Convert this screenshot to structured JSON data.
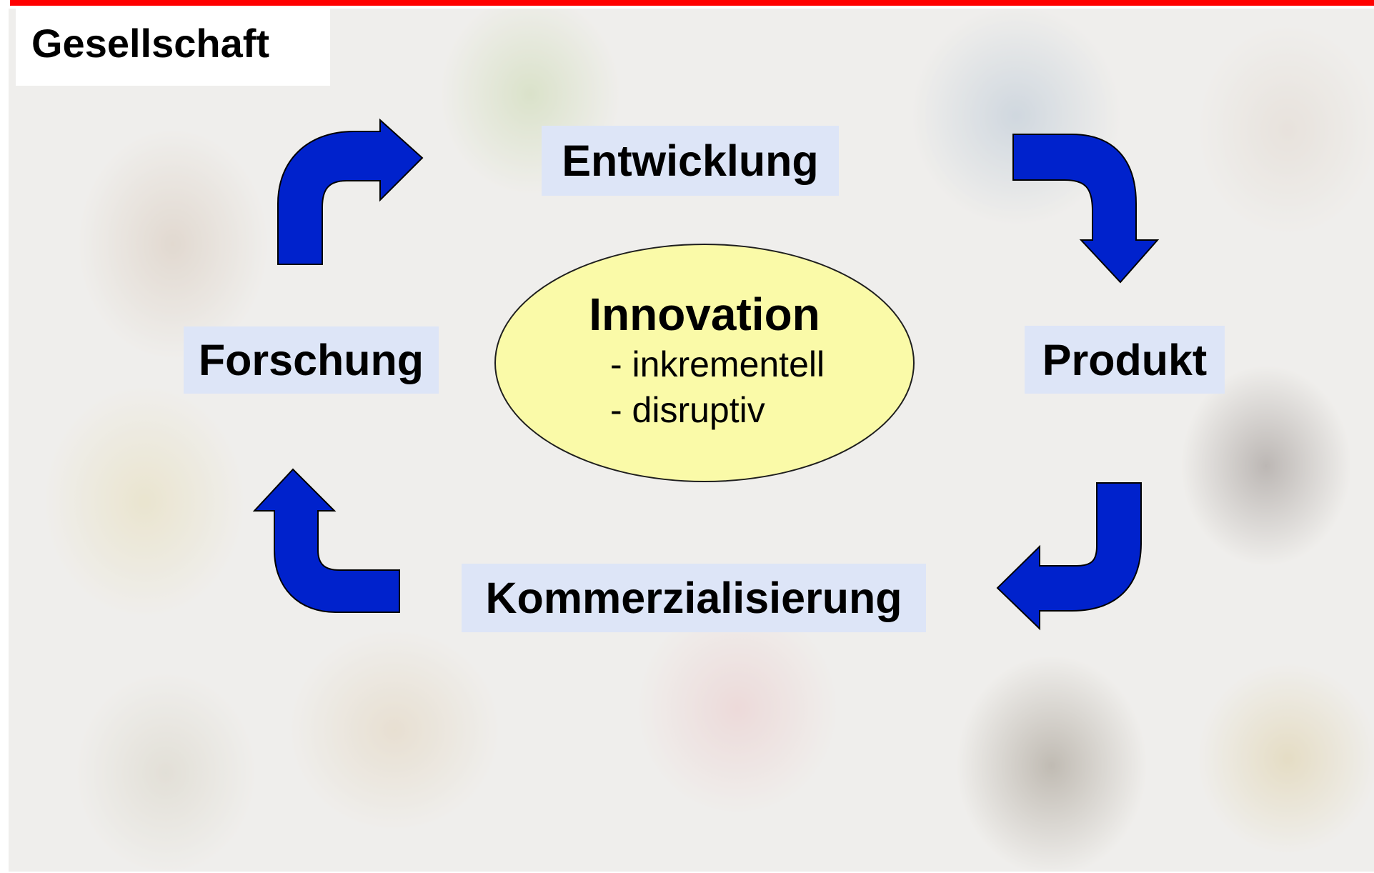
{
  "corner_label": "Gesellschaft",
  "stages": {
    "entwicklung": "Entwicklung",
    "produkt": "Produkt",
    "kommerzialisierung": "Kommerzialisierung",
    "forschung": "Forschung"
  },
  "center": {
    "title": "Innovation",
    "items": [
      "- inkrementell",
      "- disruptiv"
    ]
  },
  "colors": {
    "accent_line": "#ff0000",
    "arrow_fill": "#0022cc",
    "label_bg": "#dde5f7",
    "center_fill": "#fafaa8"
  }
}
